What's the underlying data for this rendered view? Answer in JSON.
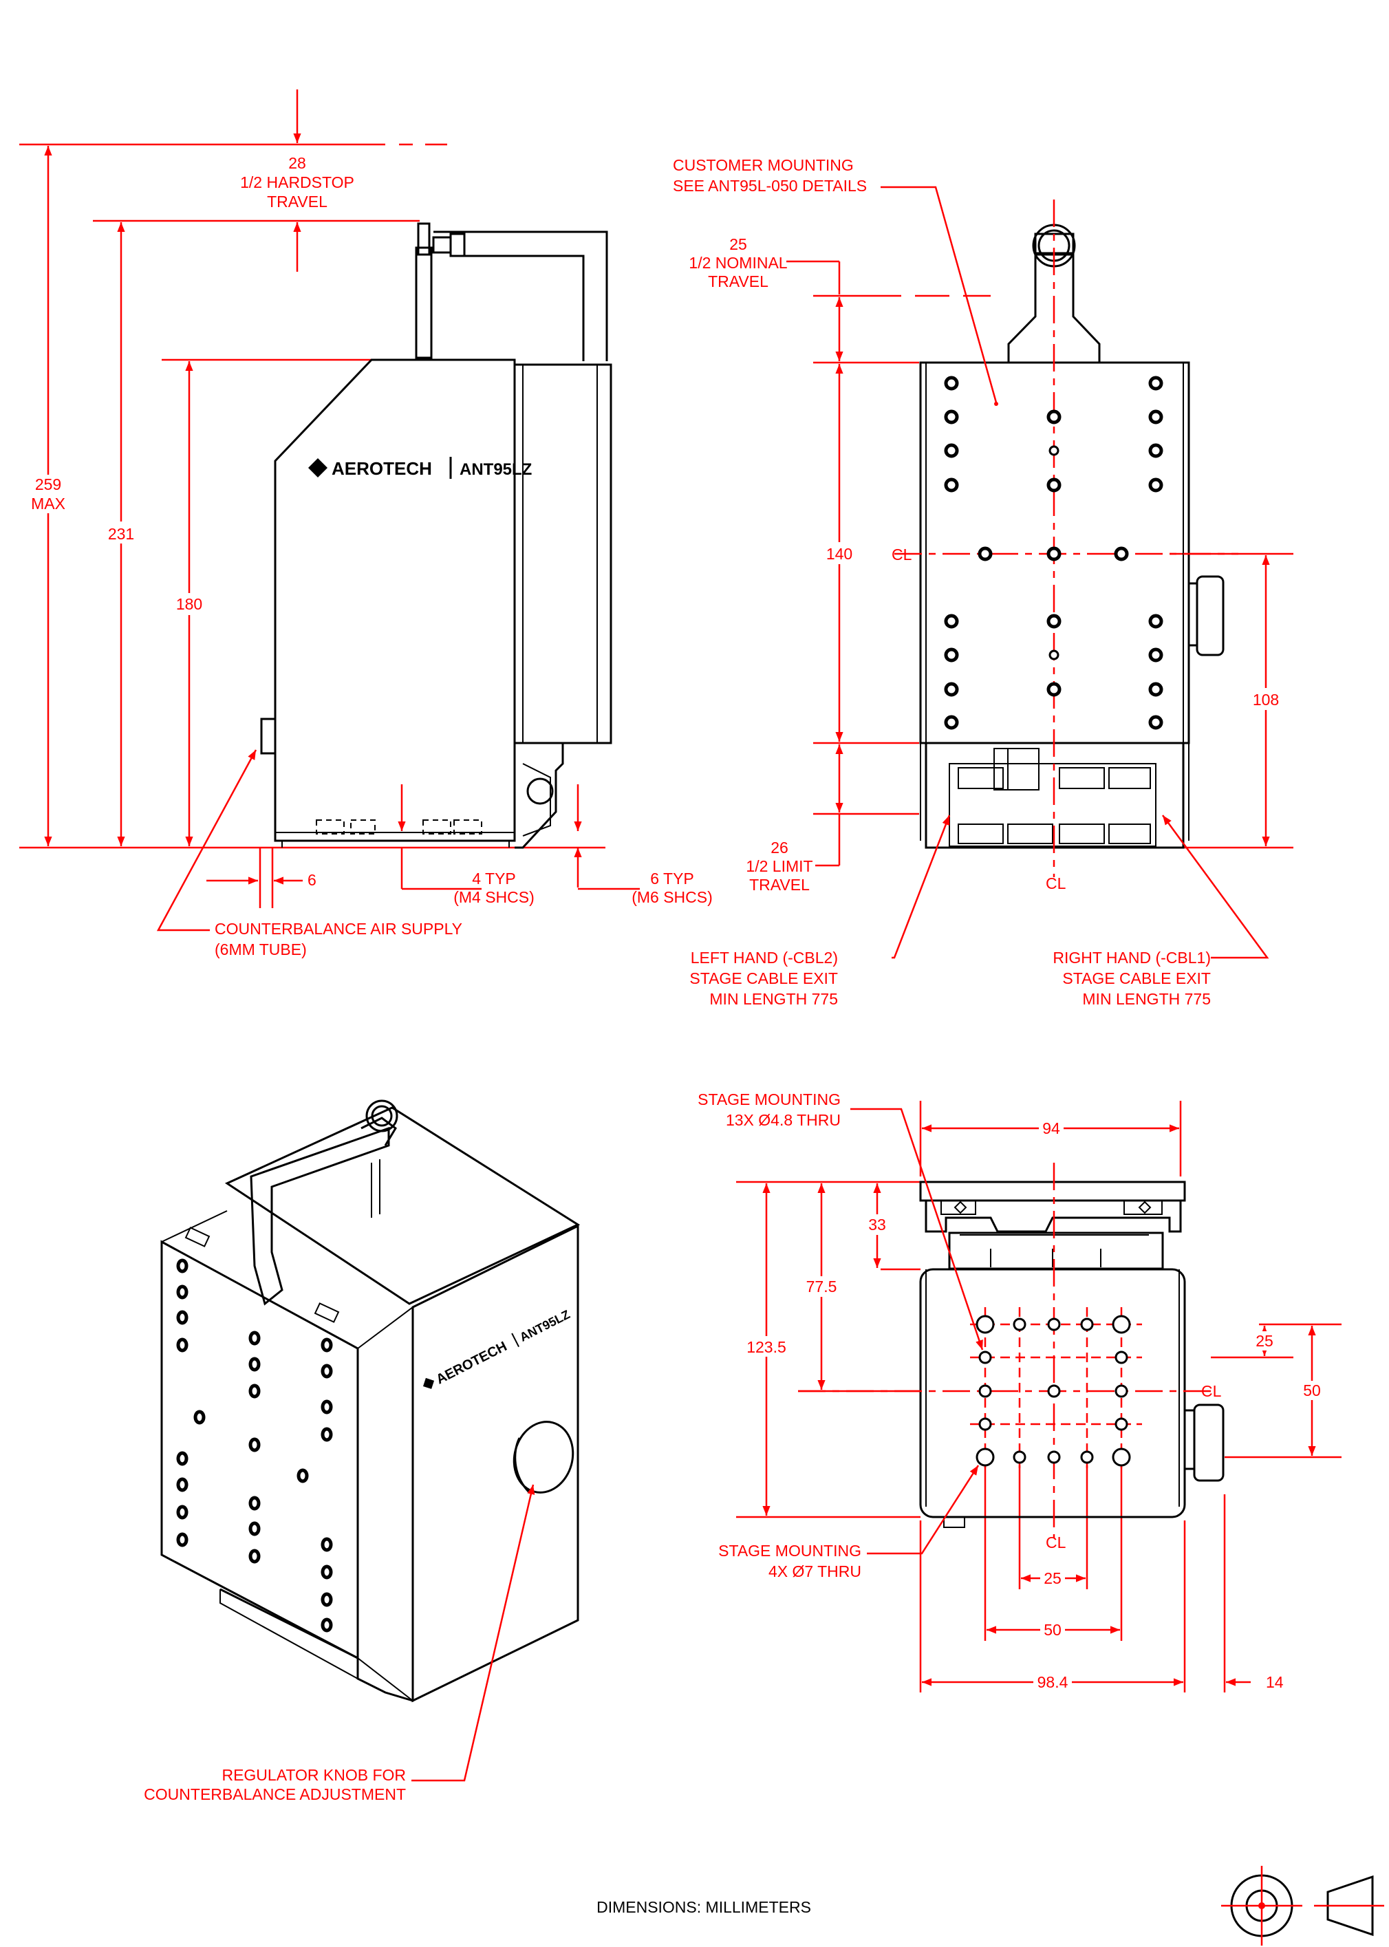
{
  "brand": {
    "logo": "AEROTECH",
    "model": "ANT95LZ"
  },
  "side_view": {
    "dim_259": [
      "259",
      "MAX"
    ],
    "dim_231": "231",
    "dim_180": "180",
    "dim_hardstop": [
      "28",
      "1/2 HARDSTOP",
      "TRAVEL"
    ],
    "dim_6": "6",
    "dim_4typ": [
      "4 TYP",
      "(M4 SHCS)"
    ],
    "dim_6typ": [
      "6 TYP",
      "(M6 SHCS)"
    ],
    "air_supply": [
      "COUNTERBALANCE AIR SUPPLY",
      "(6MM TUBE)"
    ]
  },
  "front_view": {
    "customer_mounting": [
      "CUSTOMER MOUNTING",
      "SEE ANT95L-050 DETAILS"
    ],
    "nominal_travel": [
      "25",
      "1/2 NOMINAL",
      "TRAVEL"
    ],
    "dim_140": "140",
    "dim_108": "108",
    "limit_travel": [
      "26",
      "1/2 LIMIT",
      "TRAVEL"
    ],
    "left_hand": [
      "LEFT HAND (-CBL2)",
      "STAGE CABLE EXIT",
      "MIN LENGTH 775"
    ],
    "right_hand": [
      "RIGHT HAND (-CBL1)",
      "STAGE CABLE EXIT",
      "MIN LENGTH 775"
    ],
    "centerline": "CL"
  },
  "bottom_view": {
    "stage_mounting_13x": [
      "STAGE MOUNTING",
      "13X Ø4.8 THRU"
    ],
    "stage_mounting_4x": [
      "STAGE MOUNTING",
      "4X Ø7 THRU"
    ],
    "dim_94": "94",
    "dim_33": "33",
    "dim_77_5": "77.5",
    "dim_123_5": "123.5",
    "dim_25_v": "25",
    "dim_50_v": "50",
    "dim_25_h": "25",
    "dim_50_h": "50",
    "dim_98_4": "98.4",
    "dim_14": "14"
  },
  "iso_view": {
    "regulator": [
      "REGULATOR KNOB FOR",
      "COUNTERBALANCE ADJUSTMENT"
    ]
  },
  "footer": {
    "units": "DIMENSIONS:  MILLIMETERS"
  },
  "colors": {
    "dimension": "#ff0000",
    "outline": "#000000"
  }
}
